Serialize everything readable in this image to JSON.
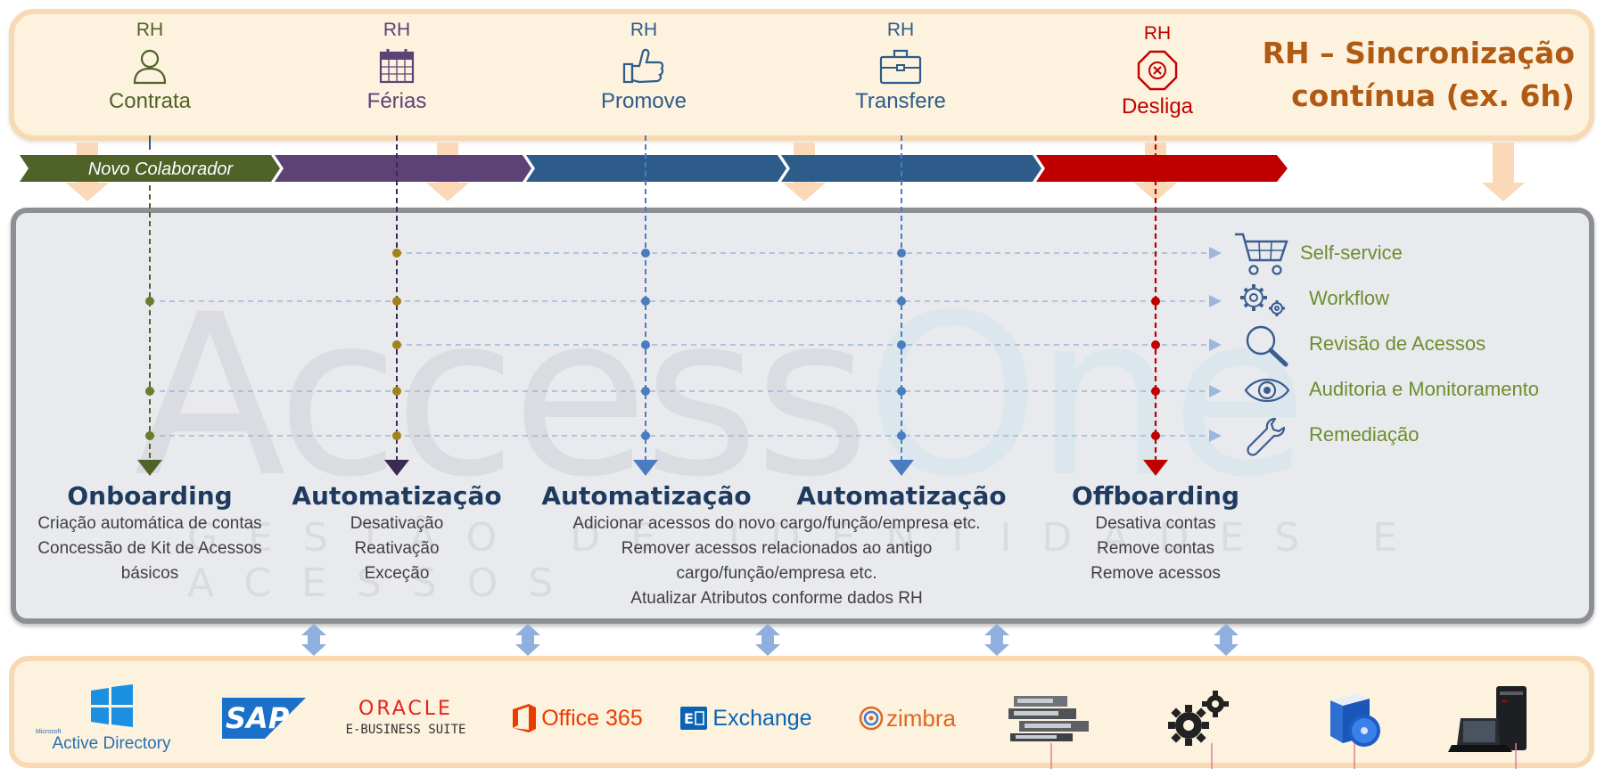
{
  "colors": {
    "green": "#4f6228",
    "purple": "#5d4276",
    "blue": "#2e5c8a",
    "red": "#c00000",
    "orange": "#b05a14",
    "feature_green": "#6d8e2f",
    "title_navy": "#1f3a5f"
  },
  "top": {
    "events": [
      {
        "rh": "RH",
        "label": "Contrata",
        "icon": "person-icon"
      },
      {
        "rh": "RH",
        "label": "Férias",
        "icon": "calendar-icon"
      },
      {
        "rh": "RH",
        "label": "Promove",
        "icon": "thumbs-up-icon"
      },
      {
        "rh": "RH",
        "label": "Transfere",
        "icon": "briefcase-icon"
      },
      {
        "rh": "RH",
        "label": "Desliga",
        "icon": "stop-icon"
      }
    ],
    "sync_title_line1": "RH – Sincronização",
    "sync_title_line2": "contínua (ex. 6h)"
  },
  "timeline": {
    "first_label": "Novo Colaborador"
  },
  "watermark": {
    "main_a": "Access",
    "main_b": "One",
    "sub": "GESTÃO DE IDENTIDADES E ACESSOS"
  },
  "features": [
    {
      "label": "Self-service",
      "icon": "cart-icon"
    },
    {
      "label": "Workflow",
      "icon": "gears-icon"
    },
    {
      "label": "Revisão de Acessos",
      "icon": "magnifier-icon"
    },
    {
      "label": "Auditoria e Monitoramento",
      "icon": "eye-icon"
    },
    {
      "label": "Remediação",
      "icon": "wrench-icon"
    }
  ],
  "results": [
    {
      "title": "Onboarding",
      "lines": [
        "Criação automática de contas",
        "Concessão de Kit de Acessos",
        "básicos"
      ]
    },
    {
      "title": "Automatização",
      "lines": [
        "Desativação",
        "Reativação",
        "Exceção"
      ]
    },
    {
      "title": "Automatização",
      "lines": [
        "Adicionar acessos do novo cargo/função/empresa etc.",
        "Remover acessos relacionados ao antigo",
        "cargo/função/empresa etc.",
        "Atualizar Atributos conforme dados RH"
      ]
    },
    {
      "title": "Automatização",
      "lines": []
    },
    {
      "title": "Offboarding",
      "lines": [
        "Desativa contas",
        "Remove contas",
        "Remove acessos"
      ]
    }
  ],
  "apps": {
    "ad_small": "Microsoft",
    "ad": "Active Directory",
    "sap": "SAP",
    "oracle": "ORACLE",
    "oracle_sub": "E-BUSINESS SUITE",
    "office": "Office 365",
    "exchange": "Exchange",
    "zimbra": "zimbra",
    "extra_icons": [
      "network-switch-icon",
      "gears-icon",
      "software-box-icon",
      "workstation-icon"
    ]
  }
}
